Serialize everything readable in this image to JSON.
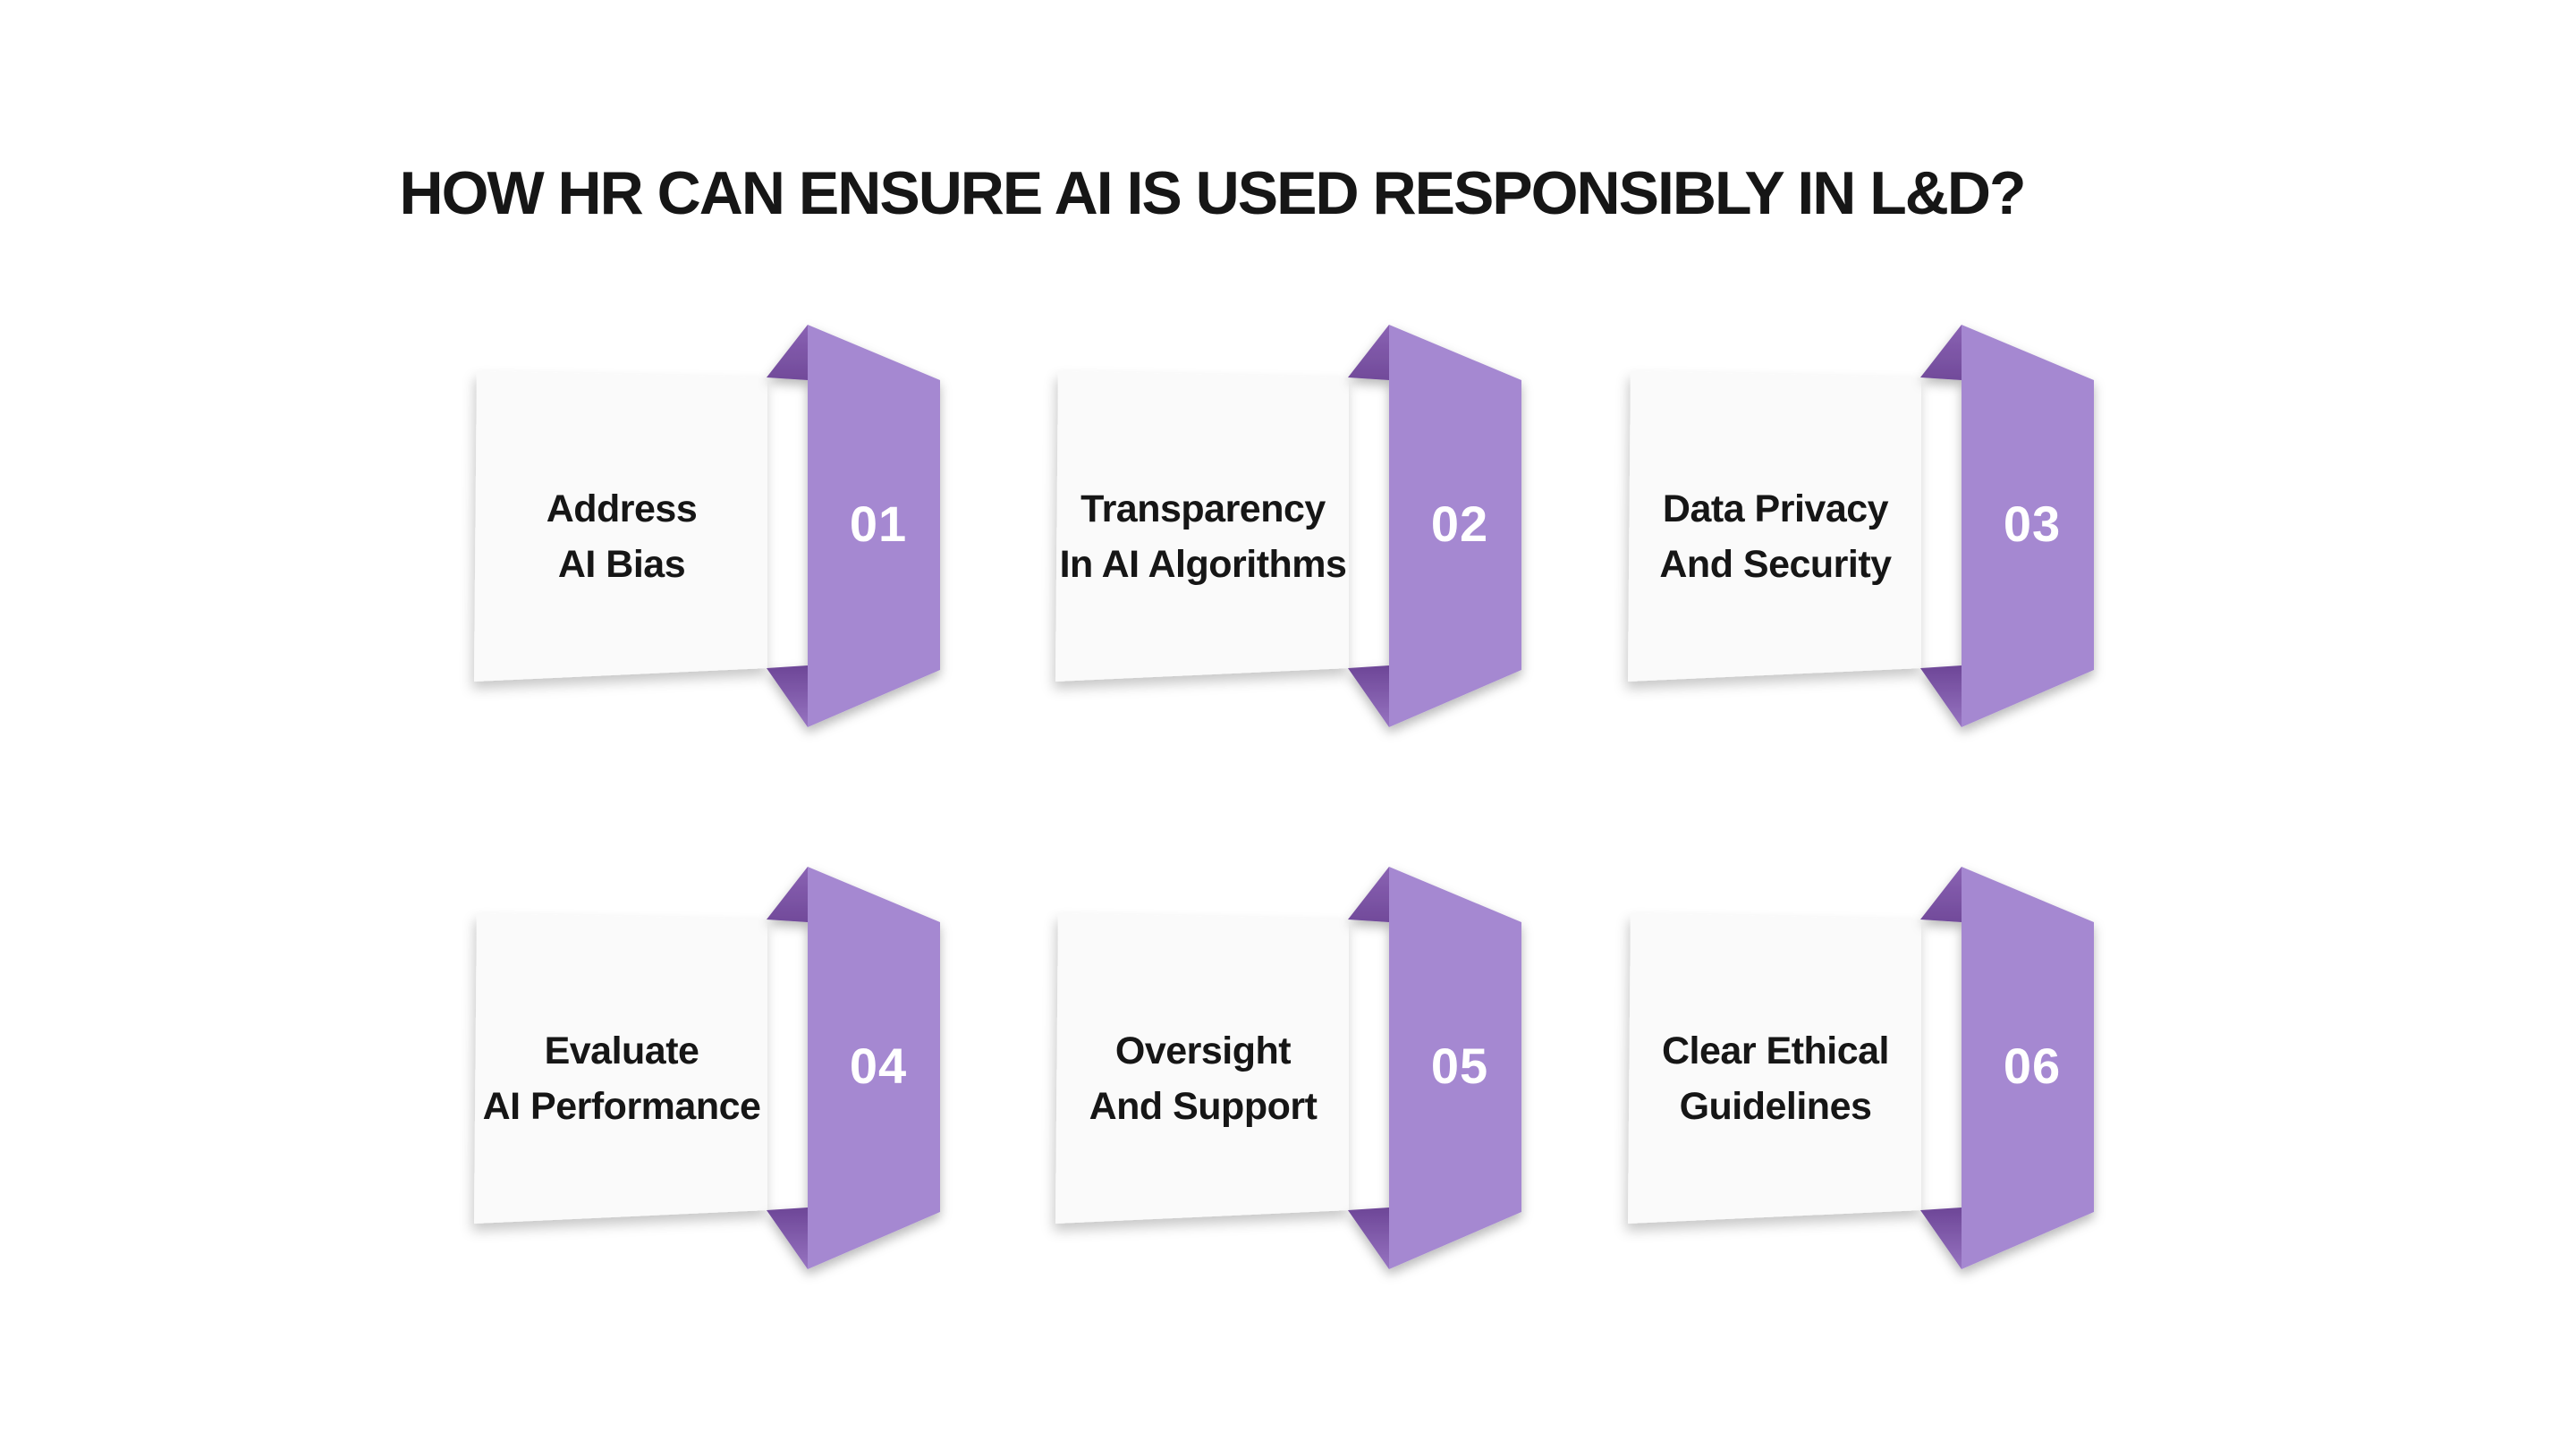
{
  "title": "HOW HR CAN ENSURE AI IS USED RESPONSIBLY IN L&D?",
  "steps": [
    {
      "number": "01",
      "line1": "Address",
      "line2": "AI Bias"
    },
    {
      "number": "02",
      "line1": "Transparency",
      "line2": "In AI Algorithms"
    },
    {
      "number": "03",
      "line1": "Data Privacy",
      "line2": "And Security"
    },
    {
      "number": "04",
      "line1": "Evaluate",
      "line2": "AI Performance"
    },
    {
      "number": "05",
      "line1": "Oversight",
      "line2": "And Support"
    },
    {
      "number": "06",
      "line1": "Clear Ethical",
      "line2": "Guidelines"
    }
  ],
  "colors": {
    "background": "#ffffff",
    "ribbon": "#a588d1",
    "ribbon_fold_dark": "#714a9a",
    "ribbon_fold_light": "#9774c1",
    "card": "#fafafa",
    "text": "#161616",
    "number_text": "#ffffff"
  }
}
